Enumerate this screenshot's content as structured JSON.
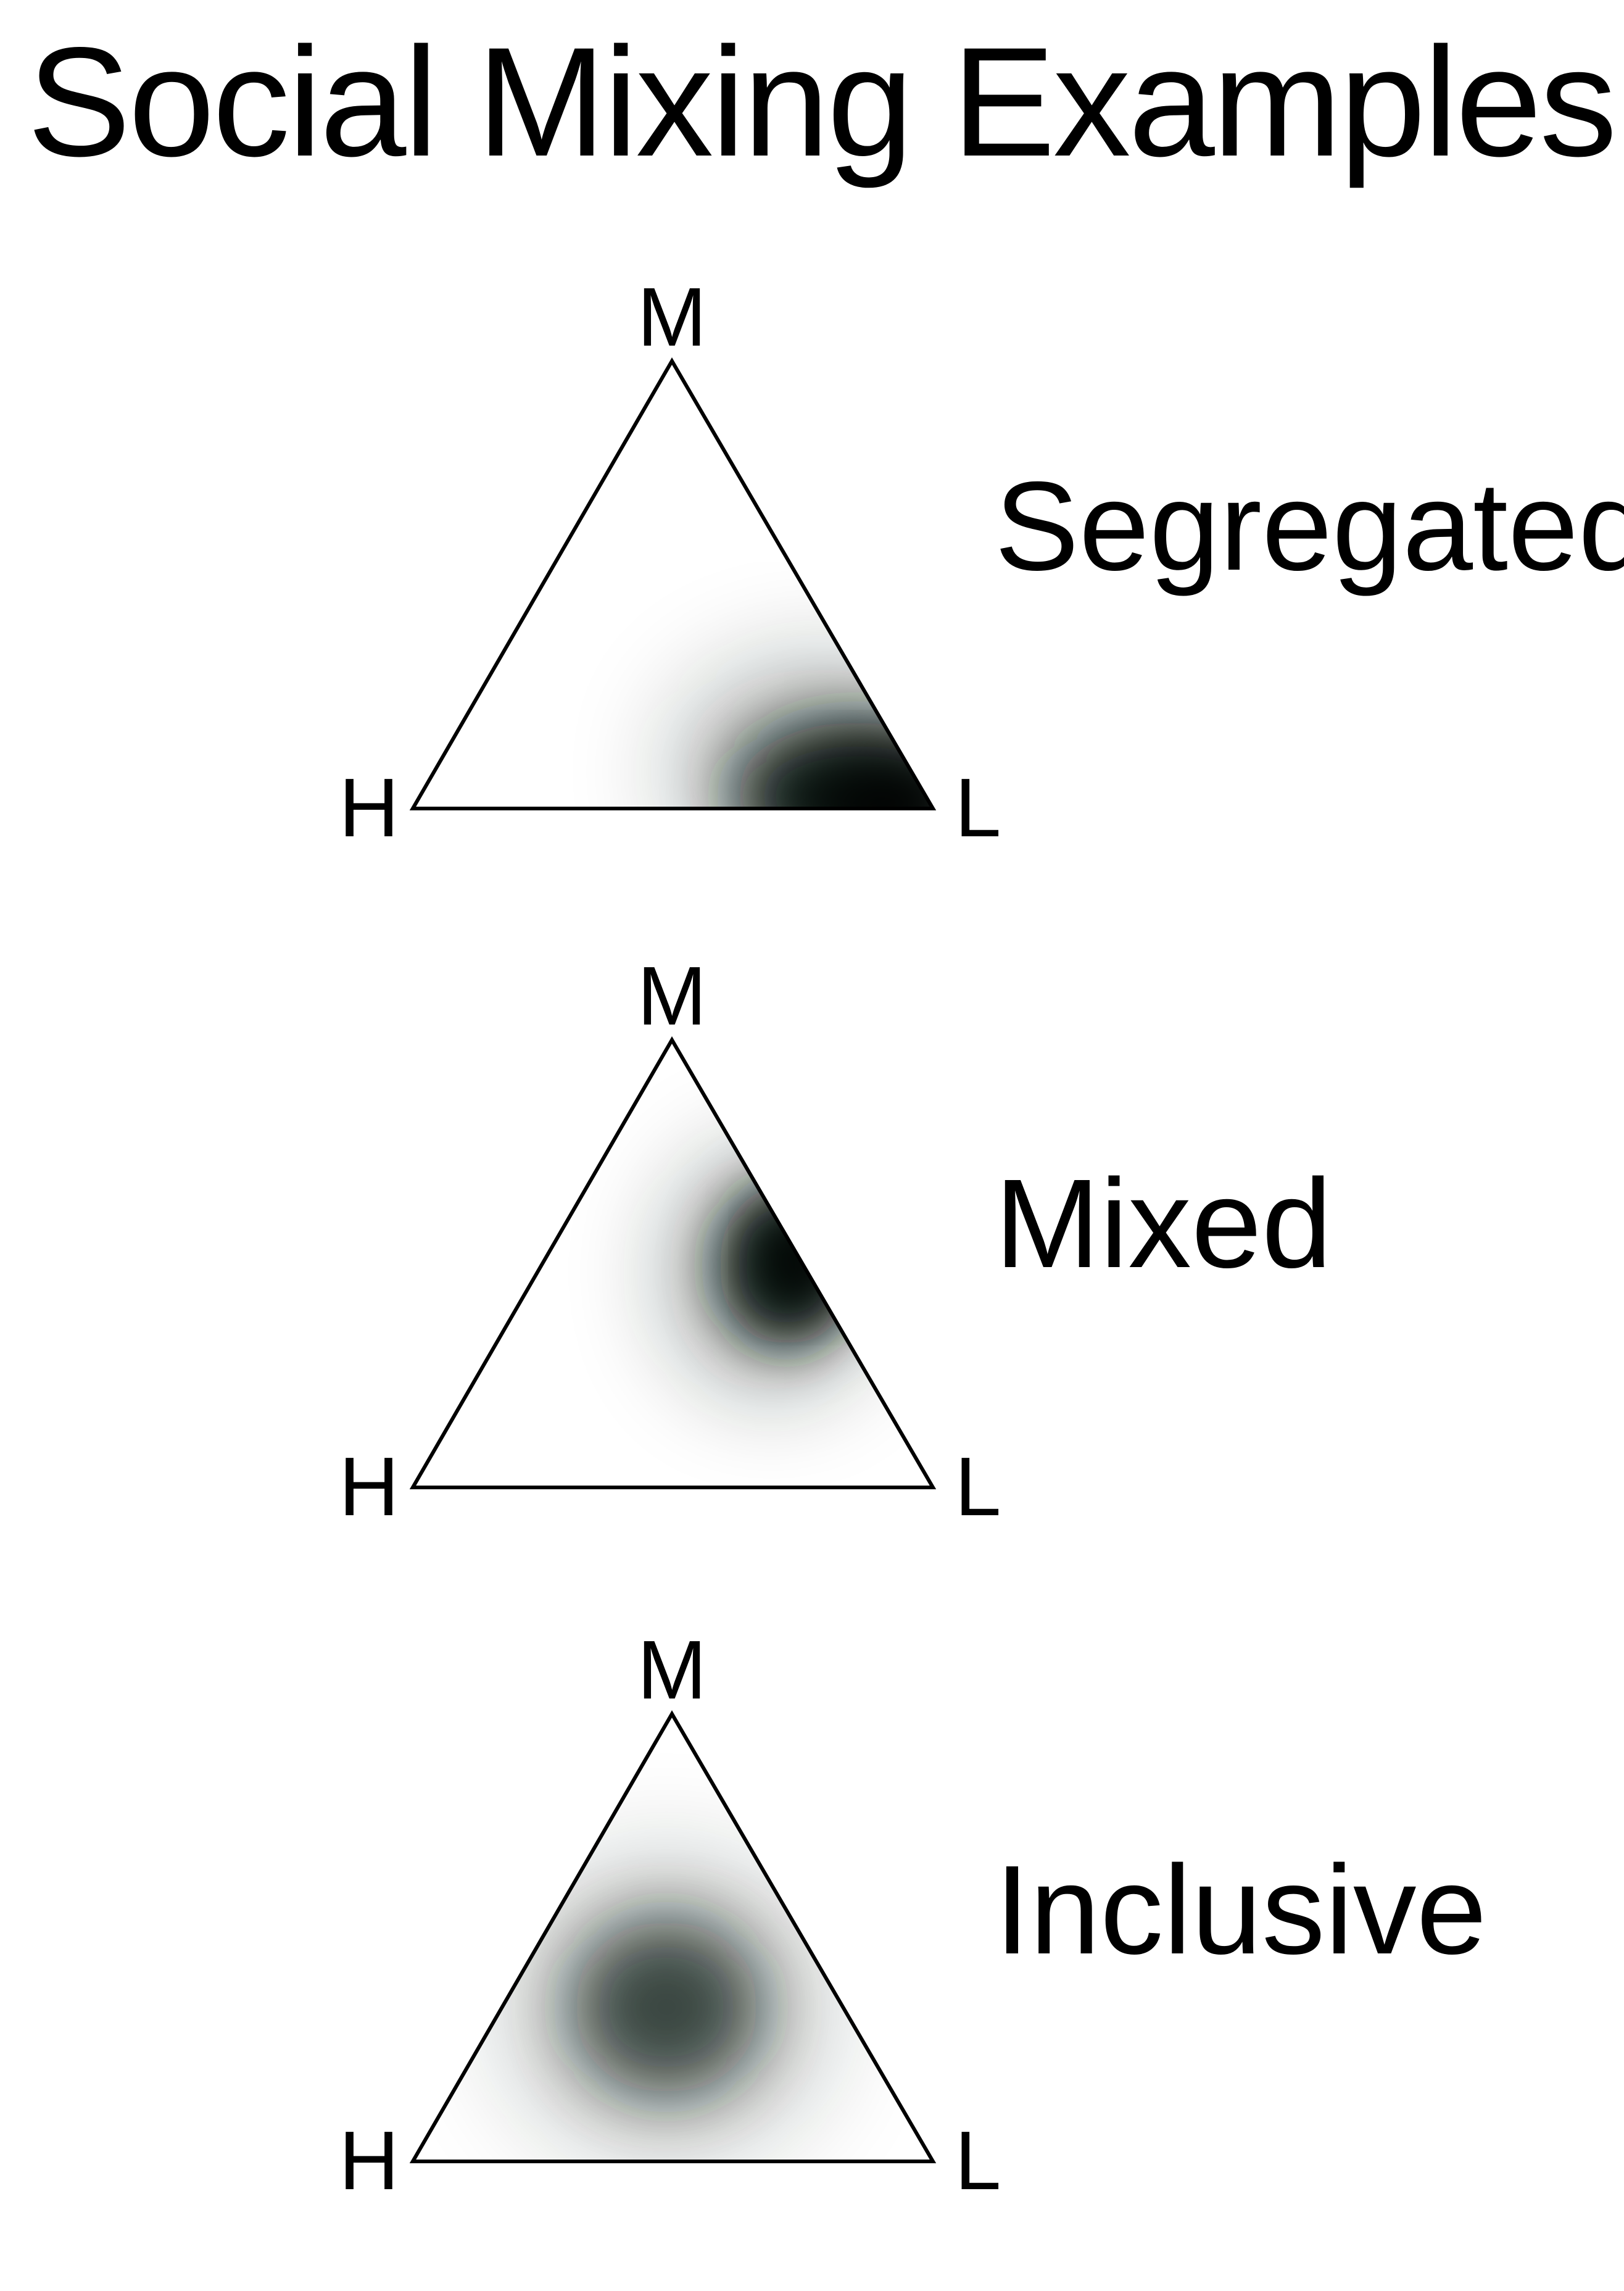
{
  "title": "Social Mixing Examples",
  "vertices": {
    "top": "M",
    "left": "H",
    "right": "L"
  },
  "colors": {
    "outline": "#000000",
    "density": "#101a14",
    "background": "#ffffff"
  },
  "panels": [
    {
      "label": "Segregated",
      "hotspot": "near L corner along bottom edge",
      "intensity": 1.0
    },
    {
      "label": "Mixed",
      "hotspot": "on M–L edge, midway",
      "intensity": 1.0
    },
    {
      "label": "Inclusive",
      "hotspot": "center of triangle",
      "intensity": 0.75
    }
  ]
}
